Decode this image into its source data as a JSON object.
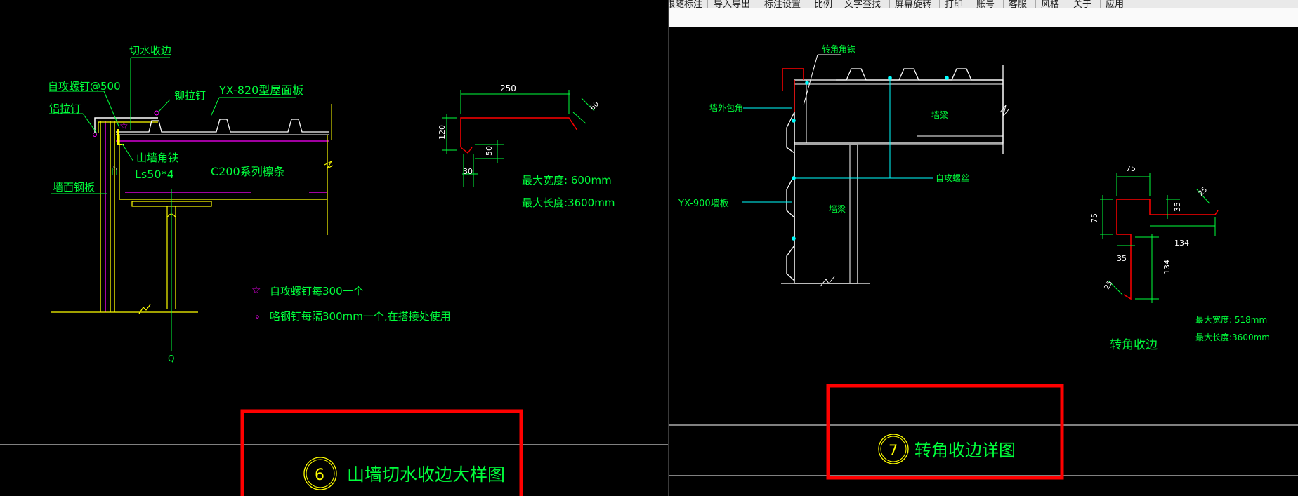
{
  "menubar": {
    "items": [
      "跟随标注",
      "导入导出",
      "标注设置",
      "比例",
      "文字查找",
      "屏幕旋转",
      "打印",
      "账号",
      "客服",
      "风格",
      "关于",
      "应用"
    ]
  },
  "left_drawing": {
    "labels": {
      "cut_water_edge": "切水收边",
      "self_tap_screw": "自攻螺钉@500",
      "rivet_top": "铆拉钉",
      "rivet_side": "铝拉钉",
      "roof_panel": "YX-820型屋面板",
      "gable_angle": "山墙角铁",
      "angle_spec": "Ls50*4",
      "purlin": "C200系列檩条",
      "wall_panel": "墙面钢板",
      "dim_s": "S"
    },
    "legend": {
      "star_symbol": "☆",
      "star_text": "自攻螺钉每300一个",
      "circle_symbol": "∘",
      "circle_text": "咯钢钉每隔300mm一个,在搭接处使用"
    },
    "axis_marker": "Q",
    "profile": {
      "dims": [
        "250",
        "120",
        "50",
        "30",
        "60"
      ],
      "max_width": "最大宽度: 600mm",
      "max_length": "最大长度:3600mm"
    },
    "title": {
      "number": "6",
      "text": "山墙切水收边大样图"
    }
  },
  "right_drawing": {
    "labels": {
      "corner_angle": "转角角铁",
      "outer_trim": "墙外包角",
      "beam_top": "墙梁",
      "screw": "自攻螺丝",
      "wall_panel": "YX-900墙板",
      "beam_bottom": "墙梁"
    },
    "profile": {
      "dims": [
        "75",
        "25",
        "75",
        "35",
        "134",
        "35",
        "134",
        "25"
      ],
      "max_width": "最大宽度: 518mm",
      "max_length": "最大长度:3600mm",
      "caption": "转角收边"
    },
    "title": {
      "number": "7",
      "text": "转角收边详图"
    }
  },
  "colors": {
    "background": "#000000",
    "cad_green": "#00ff3c",
    "cad_yellow": "#ffff00",
    "cad_magenta": "#ff00ff",
    "cad_red": "#ff0000",
    "cad_cyan": "#00ffff",
    "cad_white": "#ffffff",
    "highlight_red": "#ff0000"
  }
}
